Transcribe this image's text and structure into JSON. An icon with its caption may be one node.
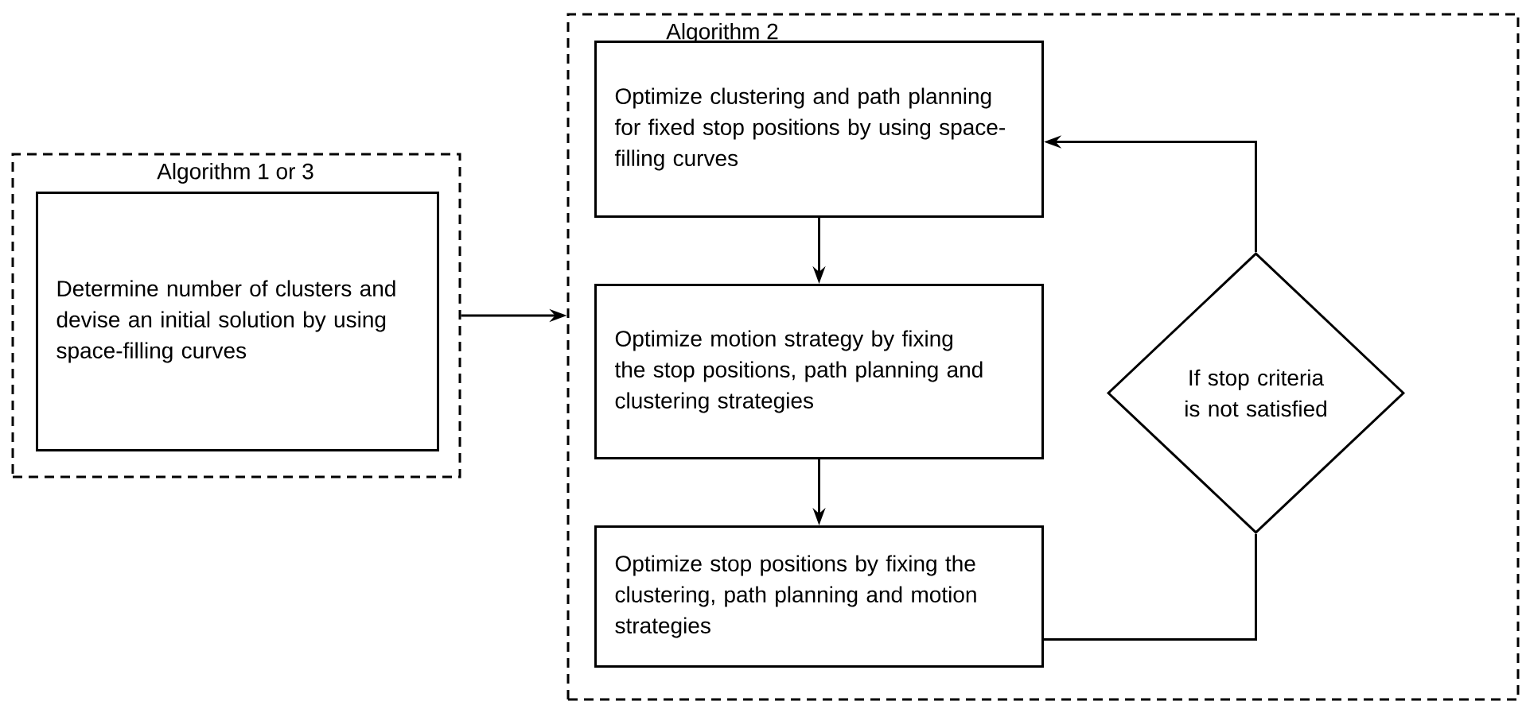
{
  "diagram": {
    "nodes": [
      {
        "text": [
          "Algorithm 1 or 3"
        ]
      },
      {
        "text": [
          "Determine number of clusters and devise an initial solution by using space-filling curves"
        ],
        "in": 0
      },
      {
        "text": [
          "Algorithm 2"
        ]
      },
      {
        "text": [
          "Optimize clustering and path planning for fixed stop positions by using space-filling curves"
        ],
        "in": 2
      },
      {
        "text": [
          "Optimize motion strategy by fixing the stop positions, path planning and clustering strategies"
        ],
        "in": 2
      },
      {
        "text": [
          "Optimize stop positions by fixing the clustering, path planning and motion strategies"
        ],
        "in": 2
      },
      {
        "text": [
          "If stop criteria is not satisfied"
        ],
        "in": 2
      }
    ],
    "edges": [
      {
        "from": 0,
        "to": 2,
        "arrow": "to"
      },
      {
        "from": 3,
        "to": 4,
        "arrow": "to"
      },
      {
        "from": 4,
        "to": 5,
        "arrow": "to"
      },
      {
        "from": 5,
        "to": 6,
        "arrow": "none"
      },
      {
        "from": 6,
        "to": 3,
        "arrow": "to"
      }
    ]
  }
}
